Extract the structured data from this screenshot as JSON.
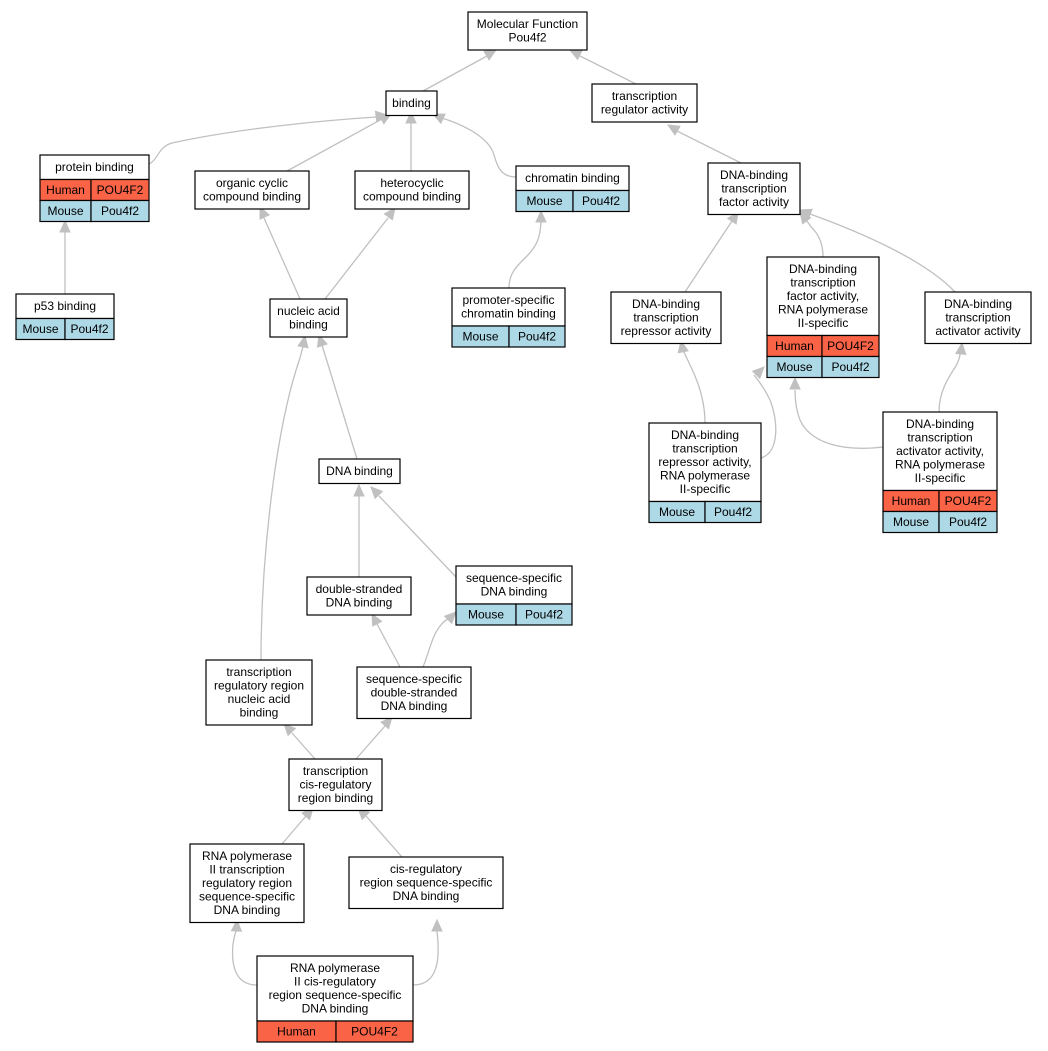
{
  "colors": {
    "human": "#fa6346",
    "mouse": "#add8e6",
    "edge": "#c0c0c0",
    "border": "#000000"
  },
  "nodes": {
    "mf": {
      "lines": [
        "Molecular Function",
        "Pou4f2"
      ]
    },
    "binding": {
      "lines": [
        "binding"
      ]
    },
    "tra": {
      "lines": [
        "transcription",
        "regulator activity"
      ]
    },
    "protein": {
      "lines": [
        "protein binding"
      ],
      "rows": [
        [
          "Human",
          "POU4F2"
        ],
        [
          "Mouse",
          "Pou4f2"
        ]
      ]
    },
    "occb": {
      "lines": [
        "organic cyclic",
        "compound binding"
      ]
    },
    "hcb": {
      "lines": [
        "heterocyclic",
        "compound binding"
      ]
    },
    "chromatin": {
      "lines": [
        "chromatin binding"
      ],
      "rows": [
        [
          "Mouse",
          "Pou4f2"
        ]
      ]
    },
    "dbtfa": {
      "lines": [
        "DNA-binding",
        "transcription",
        "factor activity"
      ]
    },
    "p53": {
      "lines": [
        "p53 binding"
      ],
      "rows": [
        [
          "Mouse",
          "Pou4f2"
        ]
      ]
    },
    "nab": {
      "lines": [
        "nucleic acid",
        "binding"
      ]
    },
    "pscb": {
      "lines": [
        "promoter-specific",
        "chromatin binding"
      ],
      "rows": [
        [
          "Mouse",
          "Pou4f2"
        ]
      ]
    },
    "dbtra": {
      "lines": [
        "DNA-binding",
        "transcription",
        "repressor activity"
      ]
    },
    "dbtfa2": {
      "lines": [
        "DNA-binding",
        "transcription",
        "factor activity,",
        "RNA polymerase",
        "II-specific"
      ],
      "rows": [
        [
          "Human",
          "POU4F2"
        ],
        [
          "Mouse",
          "Pou4f2"
        ]
      ]
    },
    "dbtaa": {
      "lines": [
        "DNA-binding",
        "transcription",
        "activator activity"
      ]
    },
    "dbtra2": {
      "lines": [
        "DNA-binding",
        "transcription",
        "repressor activity,",
        "RNA polymerase",
        "II-specific"
      ],
      "rows": [
        [
          "Mouse",
          "Pou4f2"
        ]
      ]
    },
    "dbtaa2": {
      "lines": [
        "DNA-binding",
        "transcription",
        "activator activity,",
        "RNA polymerase",
        "II-specific"
      ],
      "rows": [
        [
          "Human",
          "POU4F2"
        ],
        [
          "Mouse",
          "Pou4f2"
        ]
      ]
    },
    "dnab": {
      "lines": [
        "DNA binding"
      ]
    },
    "dsdna": {
      "lines": [
        "double-stranded",
        "DNA binding"
      ]
    },
    "ssdna": {
      "lines": [
        "sequence-specific",
        "DNA binding"
      ],
      "rows": [
        [
          "Mouse",
          "Pou4f2"
        ]
      ]
    },
    "trrnab": {
      "lines": [
        "transcription",
        "regulatory region",
        "nucleic acid",
        "binding"
      ]
    },
    "ssdsdna": {
      "lines": [
        "sequence-specific",
        "double-stranded",
        "DNA binding"
      ]
    },
    "tcrrb": {
      "lines": [
        "transcription",
        "cis-regulatory",
        "region binding"
      ]
    },
    "rnap2": {
      "lines": [
        "RNA polymerase",
        "II transcription",
        "regulatory region",
        "sequence-specific",
        "DNA binding"
      ]
    },
    "crss": {
      "lines": [
        "cis-regulatory",
        "region sequence-specific",
        "DNA binding"
      ]
    },
    "rnap2cis": {
      "lines": [
        "RNA polymerase",
        "II cis-regulatory",
        "region sequence-specific",
        "DNA binding"
      ],
      "rows": [
        [
          "Human",
          "POU4F2"
        ]
      ]
    }
  }
}
